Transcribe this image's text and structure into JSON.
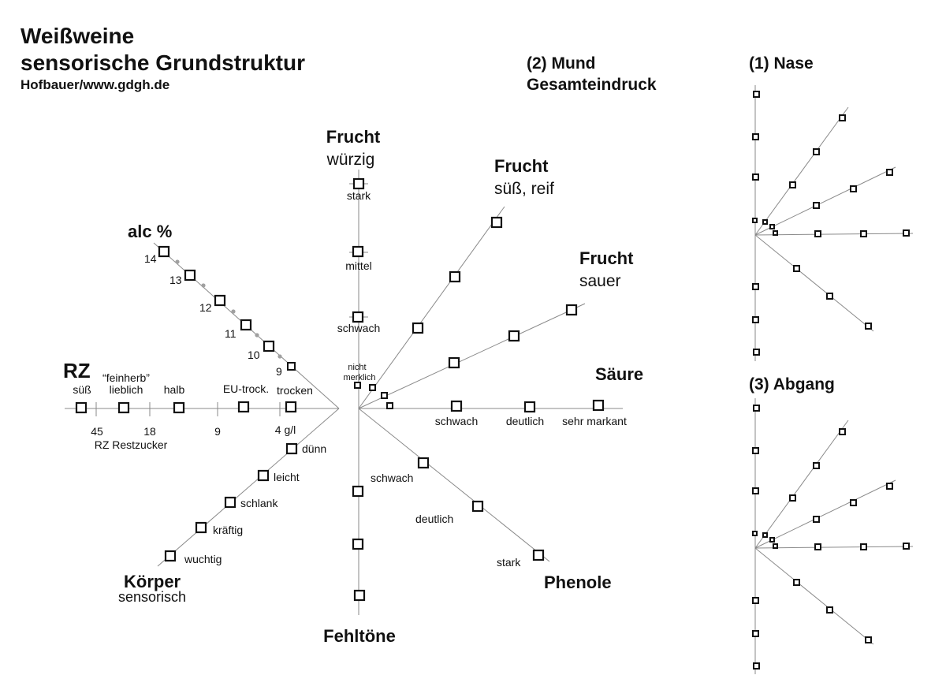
{
  "title": {
    "line1": "Weißweine",
    "line2": "sensorische Grundstruktur",
    "line3": "Hofbauer/www.gdgh.de"
  },
  "sections": {
    "mund_line1": "(2) Mund",
    "mund_line2": "Gesamteindruck",
    "nase": "(1) Nase",
    "abgang": "(3) Abgang"
  },
  "axes": {
    "frucht_wuerzig": {
      "name": "Frucht",
      "sub": "würzig",
      "levels": [
        "stark",
        "mittel",
        "schwach"
      ],
      "nicht_1": "nicht",
      "nicht_2": "merklich"
    },
    "frucht_suess": {
      "name": "Frucht",
      "sub": "süß, reif"
    },
    "frucht_sauer": {
      "name": "Frucht",
      "sub": "sauer"
    },
    "saeure": {
      "name": "Säure",
      "levels": [
        "schwach",
        "deutlich",
        "sehr markant"
      ]
    },
    "phenole": {
      "name": "Phenole",
      "levels": [
        "schwach",
        "deutlich",
        "stark"
      ]
    },
    "fehltoene": {
      "name": "Fehltöne"
    },
    "alc": {
      "name": "alc %",
      "ticks": [
        "14",
        "13",
        "12",
        "11",
        "10",
        "9"
      ]
    },
    "rz": {
      "name": "RZ",
      "levels": [
        "süß",
        "lieblich",
        "halb",
        "EU-trock.",
        "trocken"
      ],
      "feinherb": "“feinherb”",
      "ticks": [
        "45",
        "18",
        "9",
        "4 g/l"
      ],
      "caption": "RZ Restzucker"
    },
    "koerper": {
      "name": "Körper",
      "sub": "sensorisch",
      "levels": [
        "dünn",
        "leicht",
        "schlank",
        "kräftig",
        "wuchtig"
      ]
    }
  }
}
